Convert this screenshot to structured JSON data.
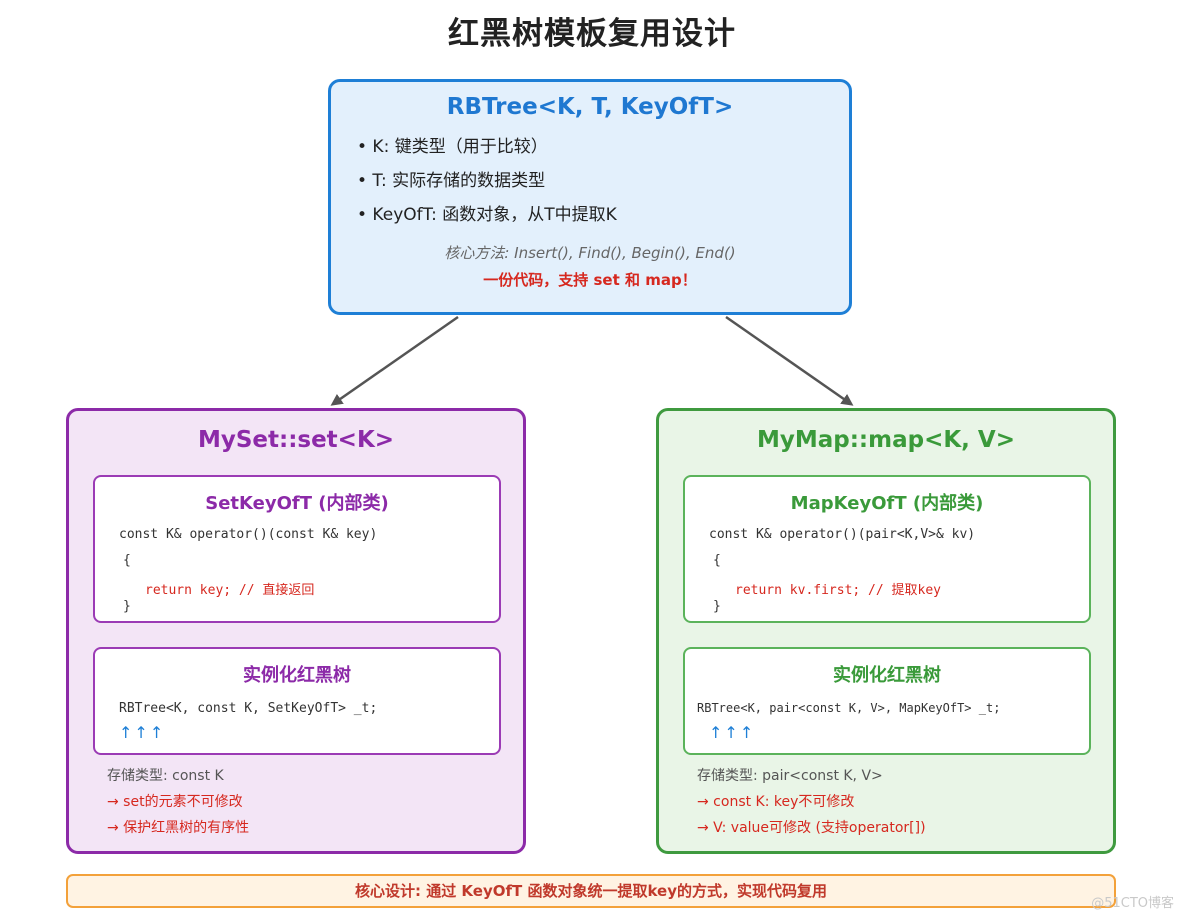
{
  "title": "红黑树模板复用设计",
  "top": {
    "title": "RBTree<K, T, KeyOfT>",
    "bullets": [
      "• K: 键类型（用于比较）",
      "• T: 实际存储的数据类型",
      "• KeyOfT: 函数对象，从T中提取K"
    ],
    "core_methods": "核心方法: Insert(), Find(), Begin(), End()",
    "one_code": "一份代码，支持 set 和 map！"
  },
  "set": {
    "title": "MySet::set<K>",
    "keyoft_title": "SetKeyOfT (内部类)",
    "code_sig": "const K& operator()(const K& key)",
    "code_open": "{",
    "code_return": "return key; // 直接返回",
    "code_close": "}",
    "inst_title": "实例化红黑树",
    "inst_code": "RBTree<K, const K, SetKeyOfT> _t;",
    "arrows": "↑↑↑",
    "storage": "存储类型: const K",
    "note1": "→ set的元素不可修改",
    "note2": "→ 保护红黑树的有序性"
  },
  "map": {
    "title": "MyMap::map<K, V>",
    "keyoft_title": "MapKeyOfT (内部类)",
    "code_sig": "const K& operator()(pair<K,V>& kv)",
    "code_open": "{",
    "code_return": "return kv.first; // 提取key",
    "code_close": "}",
    "inst_title": "实例化红黑树",
    "inst_code": "RBTree<K, pair<const K, V>, MapKeyOfT> _t;",
    "arrows": "↑↑↑",
    "storage": "存储类型: pair<const K, V>",
    "note1": "→ const K: key不可修改",
    "note2": "→ V: value可修改 (支持operator[])"
  },
  "banner": "核心设计: 通过 KeyOfT 函数对象统一提取key的方式，实现代码复用",
  "watermark": "@51CTO博客",
  "colors": {
    "blue": "#1e7fd6",
    "purple": "#8c2aa8",
    "green": "#3f9a3f",
    "red": "#d6281f",
    "orange": "#f3a13a"
  }
}
